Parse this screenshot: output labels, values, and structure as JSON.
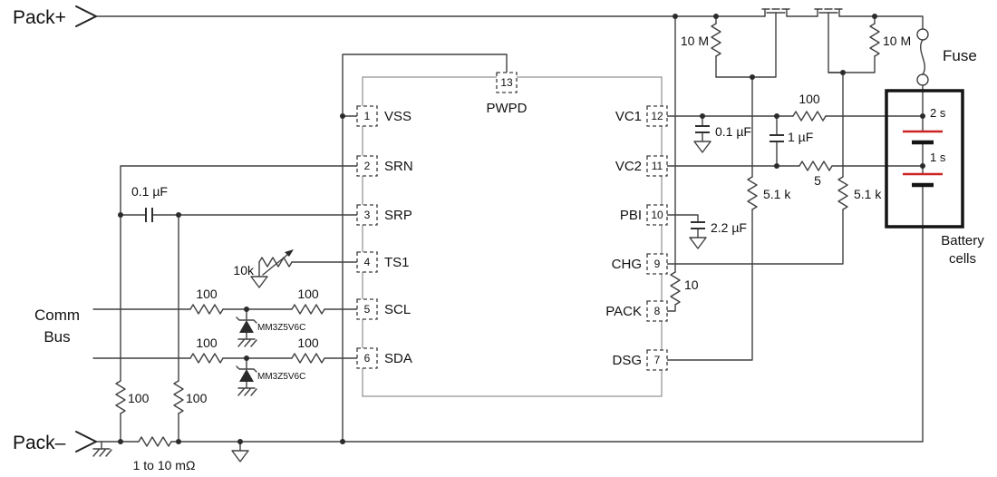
{
  "colors": {
    "wire": "#404040",
    "text": "#111111",
    "cell_plate": "#cc2222"
  },
  "terminals": {
    "pack_plus": "Pack+",
    "pack_minus": "Pack–",
    "comm": [
      "Comm",
      "Bus"
    ]
  },
  "ic": {
    "top_pin": {
      "num": "13",
      "name": "PWPD"
    },
    "left_pins": [
      {
        "num": "1",
        "name": "VSS"
      },
      {
        "num": "2",
        "name": "SRN"
      },
      {
        "num": "3",
        "name": "SRP"
      },
      {
        "num": "4",
        "name": "TS1"
      },
      {
        "num": "5",
        "name": "SCL"
      },
      {
        "num": "6",
        "name": "SDA"
      }
    ],
    "right_pins": [
      {
        "num": "12",
        "name": "VC1"
      },
      {
        "num": "11",
        "name": "VC2"
      },
      {
        "num": "10",
        "name": "PBI"
      },
      {
        "num": "9",
        "name": "CHG"
      },
      {
        "num": "8",
        "name": "PACK"
      },
      {
        "num": "7",
        "name": "DSG"
      }
    ]
  },
  "components": {
    "sense_resistor": "1 to 10 mΩ",
    "srp_filter_cap": "0.1 µF",
    "srn_filter_res": "100",
    "srp_filter_res": "100",
    "scl_series_res_1": "100",
    "scl_series_res_2": "100",
    "sda_series_res_1": "100",
    "sda_series_res_2": "100",
    "scl_zener": "MM3Z5V6C",
    "sda_zener": "MM3Z5V6C",
    "thermistor": "10k",
    "pack_res": "10",
    "vc1_filter_res": "100",
    "vc1_filter_cap": "0.1 µF",
    "cell_cap": "1 µF",
    "vc2_series_res": "5",
    "pbi_cap": "2.2 µF",
    "dsg_gate_res": "5.1 k",
    "chg_gate_res": "5.1 k",
    "gate_pulldown_left": "10 M",
    "gate_pulldown_right": "10 M",
    "fuse": "Fuse"
  },
  "battery": {
    "cell1": "2 s",
    "cell2": "1 s",
    "label": [
      "Battery",
      "cells"
    ]
  }
}
